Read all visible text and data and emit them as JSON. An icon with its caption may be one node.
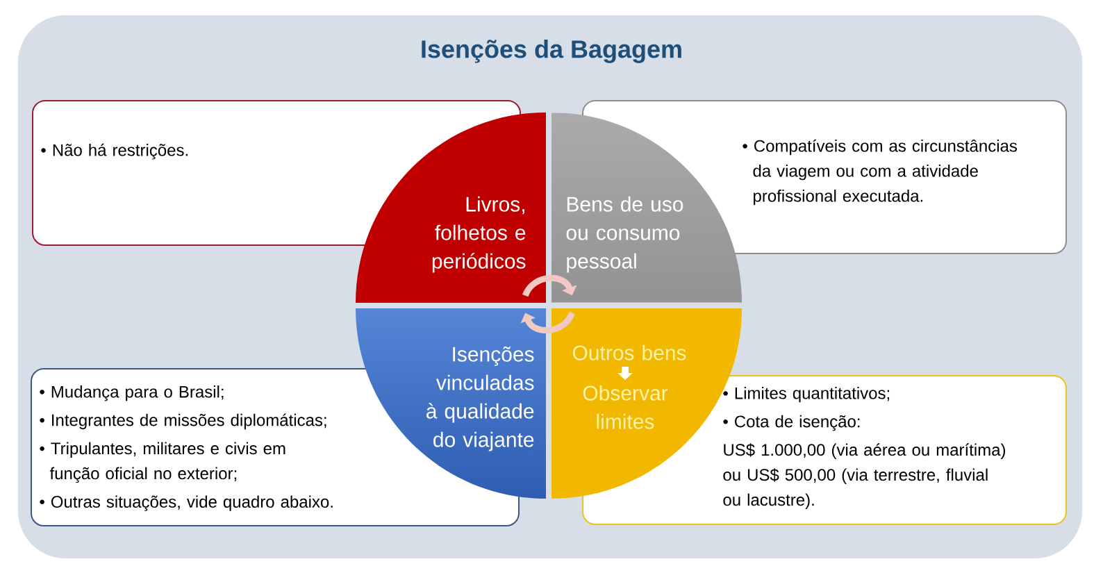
{
  "diagram": {
    "title": "Isenções da Bagagem",
    "nodes": [
      {
        "text": [
          "• Não há restrições."
        ]
      },
      {
        "text": [
          "Livros, folhetos e periódicos"
        ]
      },
      {
        "text": [
          "Bens de uso ou consumo pessoal"
        ]
      },
      {
        "text": [
          "• Compatíveis com as circunstâncias da viagem ou com a atividade profissional executada."
        ]
      },
      {
        "text": [
          "• Mudança para o Brasil;",
          "• Integrantes de missões diplomáticas;",
          "• Tripulantes, militares e civis em função oficial no exterior;",
          "• Outras situações, vide quadro abaixo."
        ]
      },
      {
        "text": [
          "Isenções vinculadas à qualidade do viajante"
        ]
      },
      {
        "text": [
          "Outros bens",
          "Observar limites"
        ]
      },
      {
        "text": [
          "• Limites quantitativos;",
          "• Cota de isenção:",
          "US$ 1.000,00 (via aérea ou marítima) ou US$ 500,00 (via terrestre, fluvial ou lacustre)."
        ]
      }
    ],
    "edges": [
      {
        "from": 1,
        "to": 2,
        "arrow": "to"
      },
      {
        "from": 6,
        "to": 5,
        "arrow": "to"
      }
    ]
  }
}
